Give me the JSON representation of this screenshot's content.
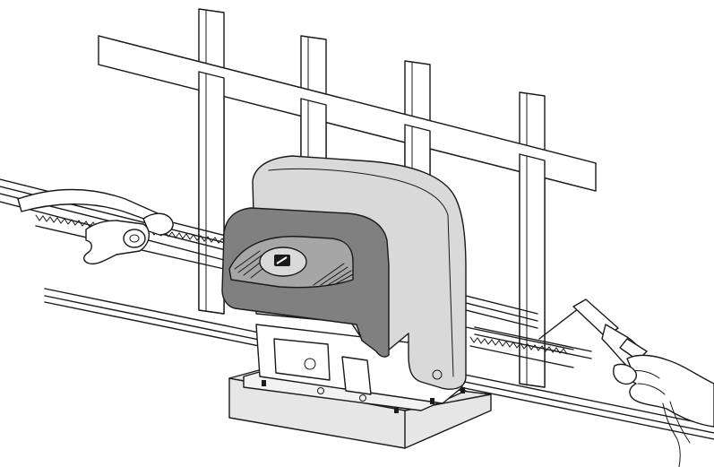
{
  "colors": {
    "background": "#ffffff",
    "outline": "#1a1a1a",
    "motor_cover_light": "#d9d9d9",
    "motor_cover_dark": "#808080",
    "base_plate": "#e6e6e6",
    "logo_panel": "#a6a6a6"
  },
  "icons": [
    "gate-fence",
    "gear-rack",
    "gate-motor",
    "pipe-wrench",
    "welding-torch",
    "hand"
  ]
}
